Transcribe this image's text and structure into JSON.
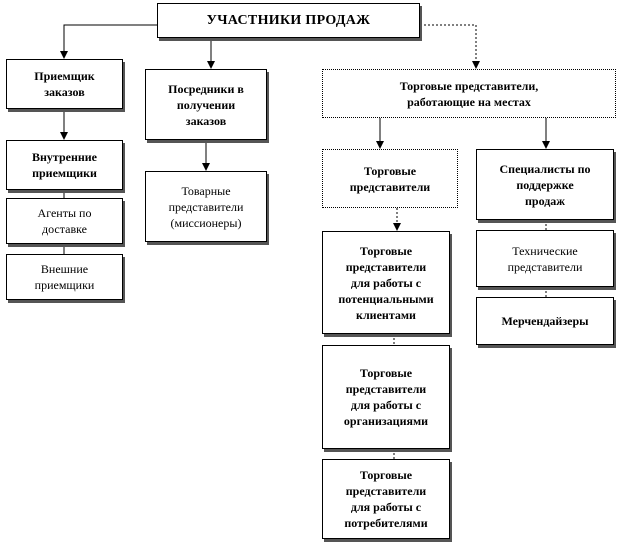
{
  "diagram": {
    "root": "УЧАСТНИКИ ПРОДАЖ",
    "branch_orders": {
      "head": "Приемщик\nзаказов",
      "children": [
        "Внутренние\nприемщики",
        "Агенты по\nдоставке",
        "Внешние\nприемщики"
      ]
    },
    "branch_intermediaries": {
      "head": "Посредники в\nполучении\nзаказов",
      "children": [
        "Товарные\nпредставители\n(миссионеры)"
      ]
    },
    "branch_field": {
      "head": "Торговые представители,\nработающие на местах",
      "sales_reps": {
        "head": "Торговые\nпредставители",
        "children": [
          "Торговые\nпредставители\nдля работы с\nпотенциальными\nклиентами",
          "Торговые\nпредставители\nдля работы с\nорганизациями",
          "Торговые\nпредставители\nдля работы с\nпотребителями"
        ]
      },
      "support": {
        "head": "Специалисты по\nподдержке\nпродаж",
        "children": [
          "Технические\nпредставители",
          "Мерчендайзеры"
        ]
      }
    }
  }
}
